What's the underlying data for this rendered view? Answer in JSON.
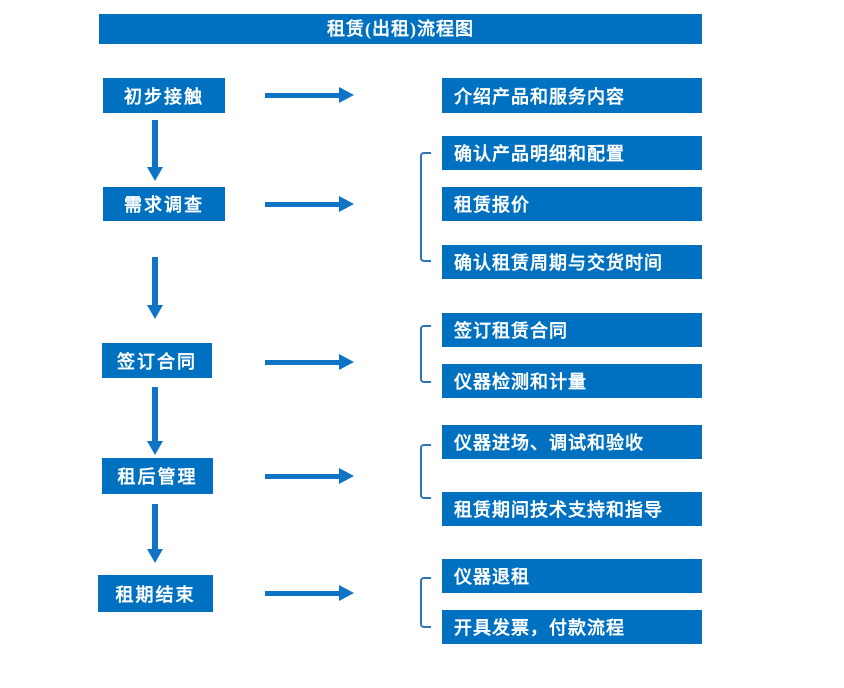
{
  "title": "租赁(出租)流程图",
  "colors": {
    "box_blue": "#0070c0",
    "arrow_blue": "#0f74c5",
    "bracket_blue": "#2e75b6",
    "text_white": "#ffffff"
  },
  "flow": [
    {
      "step": "初步接触",
      "details": [
        "介绍产品和服务内容"
      ]
    },
    {
      "step": "需求调查",
      "details": [
        "确认产品明细和配置",
        "租赁报价",
        "确认租赁周期与交货时间"
      ]
    },
    {
      "step": "签订合同",
      "details": [
        "签订租赁合同",
        "仪器检测和计量"
      ]
    },
    {
      "step": "租后管理",
      "details": [
        "仪器进场、调试和验收",
        "租赁期间技术支持和指导"
      ]
    },
    {
      "step": "租期结束",
      "details": [
        "仪器退租",
        "开具发票，付款流程"
      ]
    }
  ]
}
